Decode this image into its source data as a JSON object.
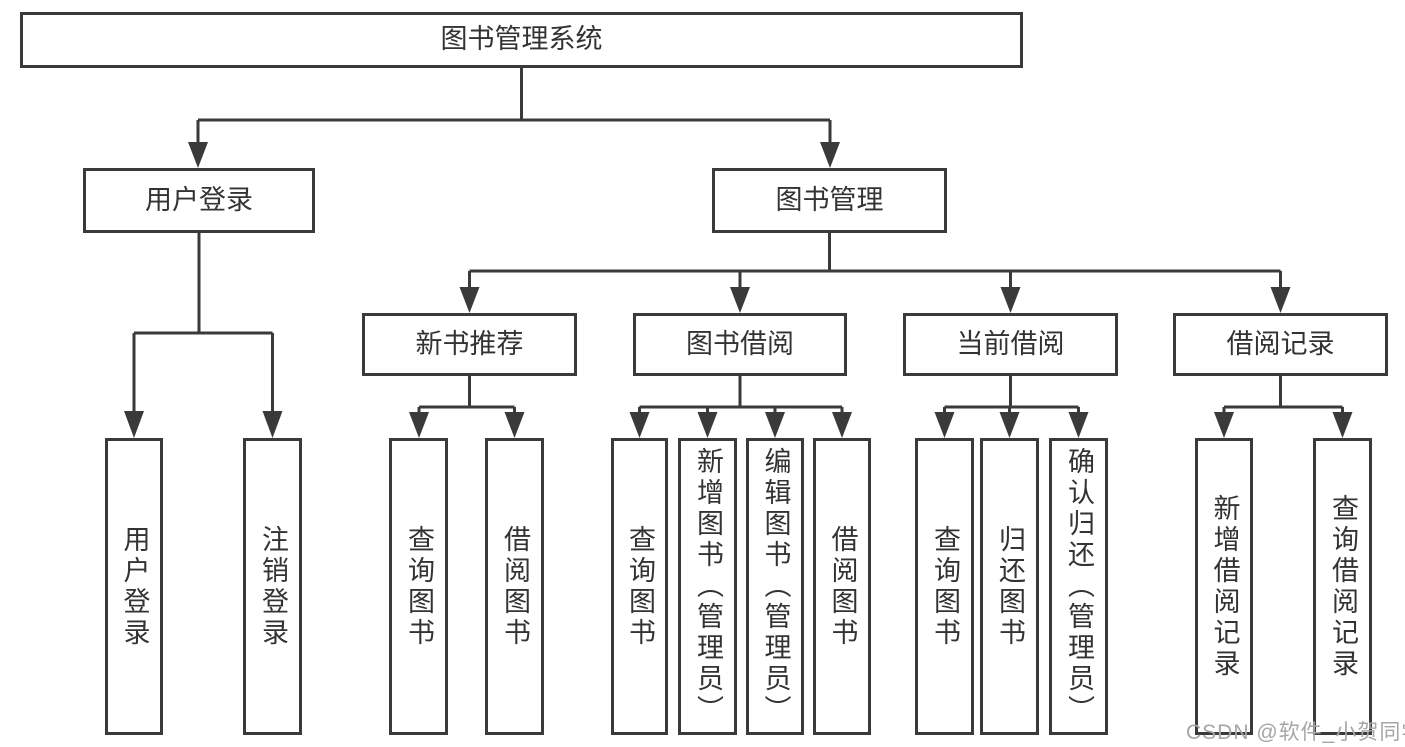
{
  "tree": {
    "label": "图书管理系统",
    "children": [
      {
        "label": "用户登录",
        "children": [
          {
            "label": "用户登录"
          },
          {
            "label": "注销登录"
          }
        ]
      },
      {
        "label": "图书管理",
        "children": [
          {
            "label": "新书推荐",
            "children": [
              {
                "label": "查询图书"
              },
              {
                "label": "借阅图书"
              }
            ]
          },
          {
            "label": "图书借阅",
            "children": [
              {
                "label": "查询图书"
              },
              {
                "label": "新增图书（管理员）"
              },
              {
                "label": "编辑图书（管理员）"
              },
              {
                "label": "借阅图书"
              }
            ]
          },
          {
            "label": "当前借阅",
            "children": [
              {
                "label": "查询图书"
              },
              {
                "label": "归还图书"
              },
              {
                "label": "确认归还（管理员）"
              }
            ]
          },
          {
            "label": "借阅记录",
            "children": [
              {
                "label": "新增借阅记录"
              },
              {
                "label": "查询借阅记录"
              }
            ]
          }
        ]
      }
    ]
  },
  "watermark": "CSDN @软件_小贺同学",
  "colors": {
    "line": "#3a3a3a",
    "text": "#333333",
    "background": "#ffffff",
    "watermark": "#a6a6a6"
  }
}
